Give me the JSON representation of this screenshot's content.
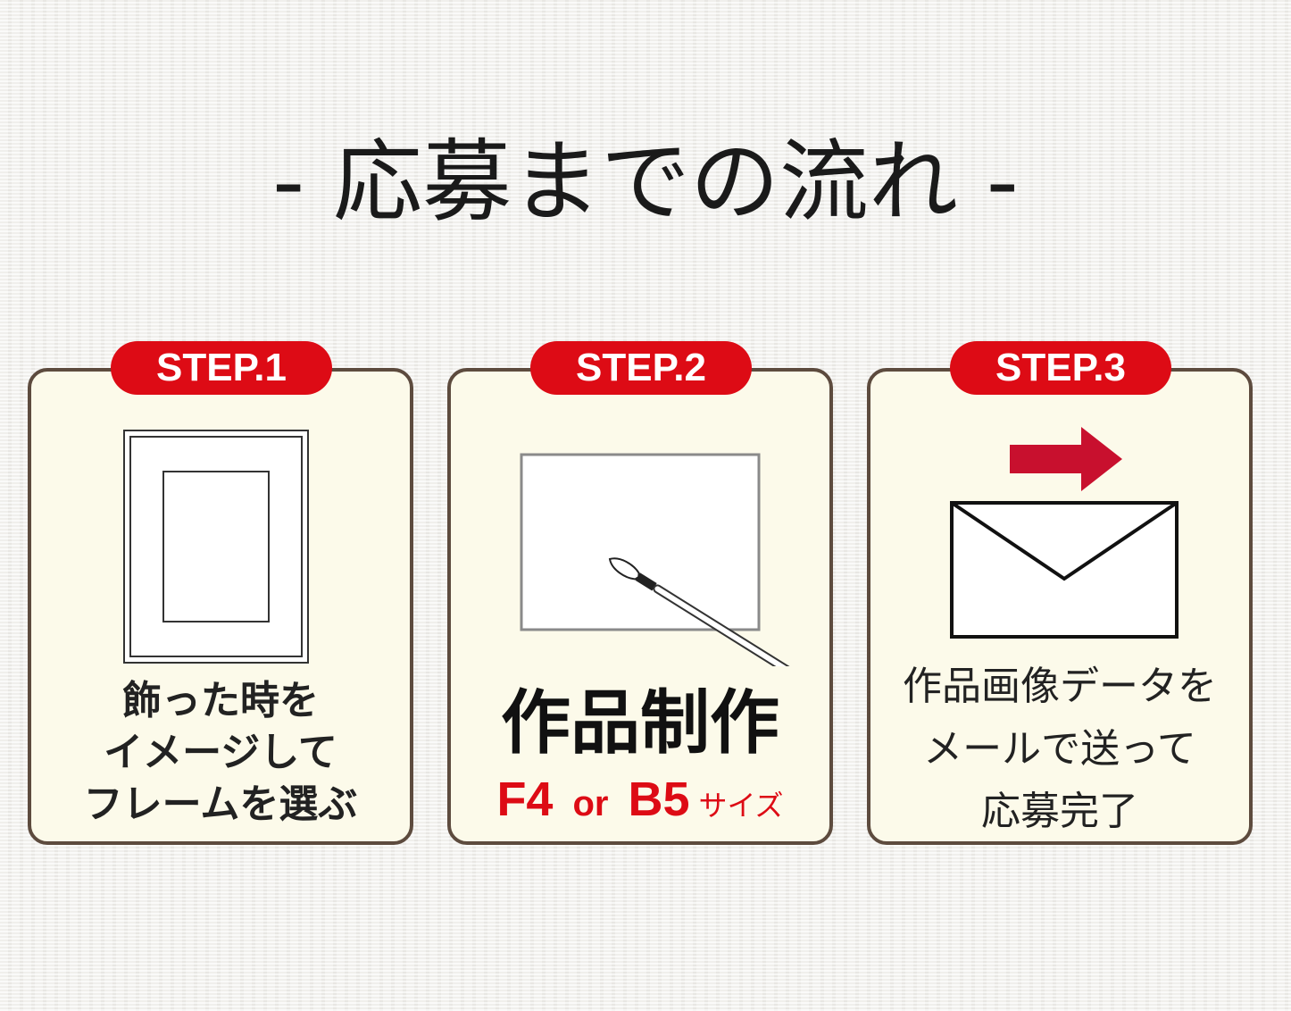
{
  "title": "- 応募までの流れ -",
  "steps": [
    {
      "label": "STEP.1",
      "lines": [
        "飾った時を",
        "イメージして",
        "フレームを選ぶ"
      ]
    },
    {
      "label": "STEP.2",
      "main": "作品制作",
      "size_a": "F4",
      "size_or": "or",
      "size_b": "B5",
      "size_suffix": "サイズ"
    },
    {
      "label": "STEP.3",
      "lines": [
        "作品画像データを",
        "メールで送って",
        "応募完了"
      ]
    }
  ],
  "icons": [
    "picture-frame-icon",
    "paper-and-brush-icon",
    "arrow-right-icon",
    "envelope-icon"
  ],
  "colors": {
    "accent": "#dd0b15",
    "arrow": "#c8102e",
    "card_background": "#fcfaea",
    "card_border": "#5d4b3e"
  }
}
